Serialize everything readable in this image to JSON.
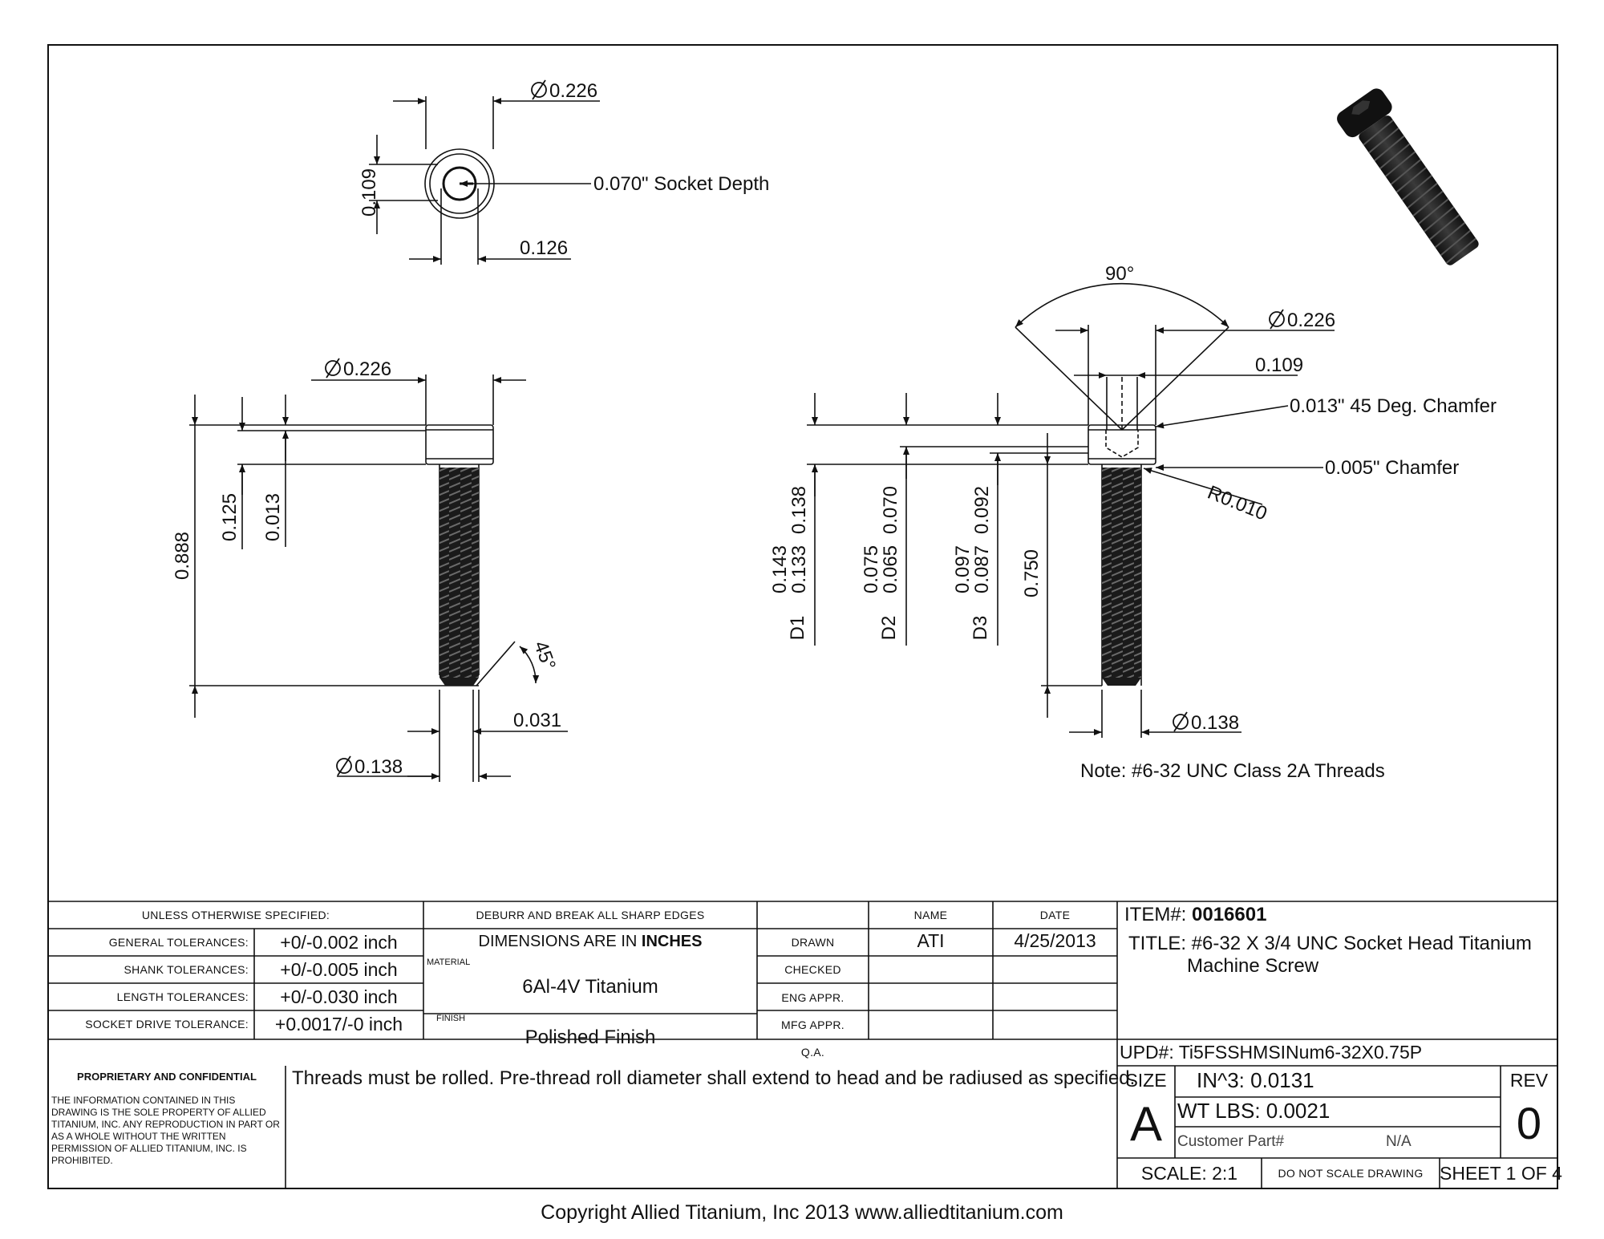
{
  "top_view": {
    "diameter": "0.226",
    "height": "0.109",
    "socket_depth": "0.070\" Socket Depth",
    "hex": "0.126"
  },
  "left_view": {
    "head_dia": "0.226",
    "overall": "0.888",
    "head_h": "0.125",
    "chamfer": "0.013",
    "angle": "45°",
    "tip": "0.031",
    "shank_dia": "0.138"
  },
  "right_view": {
    "angle": "90°",
    "head_dia": "0.226",
    "socket": "0.109",
    "chamfer45": "0.013\" 45 Deg. Chamfer",
    "chamfer005": "0.005\" Chamfer",
    "radius": "R0.010",
    "d1_label": "D1",
    "d1_a": "0.143",
    "d1_b": "0.133",
    "d1_c": "0.138",
    "d2_label": "D2",
    "d2_a": "0.075",
    "d2_b": "0.065",
    "d2_c": "0.070",
    "d3_label": "D3",
    "d3_a": "0.097",
    "d3_b": "0.087",
    "d3_c": "0.092",
    "length": "0.750",
    "shank_dia": "0.138",
    "note": "Note: #6-32 UNC Class 2A Threads"
  },
  "title_block": {
    "unless": "UNLESS OTHERWISE SPECIFIED:",
    "deburr": "DEBURR AND BREAK ALL SHARP EDGES",
    "name_hdr": "NAME",
    "date_hdr": "DATE",
    "item_label": "ITEM#:",
    "item_no": "0016601",
    "gen_tol_label": "GENERAL TOLERANCES:",
    "gen_tol": "+0/-0.002 inch",
    "shank_tol_label": "SHANK TOLERANCES:",
    "shank_tol": "+0/-0.005 inch",
    "len_tol_label": "LENGTH TOLERANCES:",
    "len_tol": "+0/-0.030 inch",
    "sock_tol_label": "SOCKET DRIVE TOLERANCE:",
    "sock_tol": "+0.0017/-0 inch",
    "dims_pre": "DIMENSIONS ARE IN ",
    "dims_unit": "INCHES",
    "material_label": "MATERIAL",
    "material": "6Al-4V Titanium",
    "finish_label": "FINISH",
    "finish": "Polished Finish",
    "drawn": "DRAWN",
    "checked": "CHECKED",
    "eng": "ENG APPR.",
    "mfg": "MFG APPR.",
    "qa": "Q.A.",
    "drawn_name": "ATI",
    "drawn_date": "4/25/2013",
    "title_line1": "TITLE: #6-32 X 3/4 UNC Socket Head Titanium",
    "title_line2": "Machine Screw",
    "upd": "UPD#: Ti5FSSHMSINum6-32X0.75P",
    "prop_title": "PROPRIETARY AND CONFIDENTIAL",
    "prop_text": "THE INFORMATION CONTAINED IN THIS DRAWING IS THE SOLE PROPERTY OF ALLIED TITANIUM, INC. ANY REPRODUCTION IN PART OR AS A WHOLE WITHOUT THE WRITTEN PERMISSION OF ALLIED TITANIUM, INC. IS PROHIBITED.",
    "threads_note": "Threads must be rolled. Pre-thread roll diameter shall extend to head and be radiused as specified.",
    "size_label": "SIZE",
    "size": "A",
    "vol": "IN^3: 0.0131",
    "wt": "WT LBS: 0.0021",
    "cust_label": "Customer Part#",
    "cust": "N/A",
    "rev_label": "REV",
    "rev": "0",
    "scale": "SCALE: 2:1",
    "dnsd": "DO NOT SCALE DRAWING",
    "sheet": "SHEET 1 OF 4"
  },
  "copyright": "Copyright Allied Titanium, Inc 2013 www.alliedtitanium.com"
}
